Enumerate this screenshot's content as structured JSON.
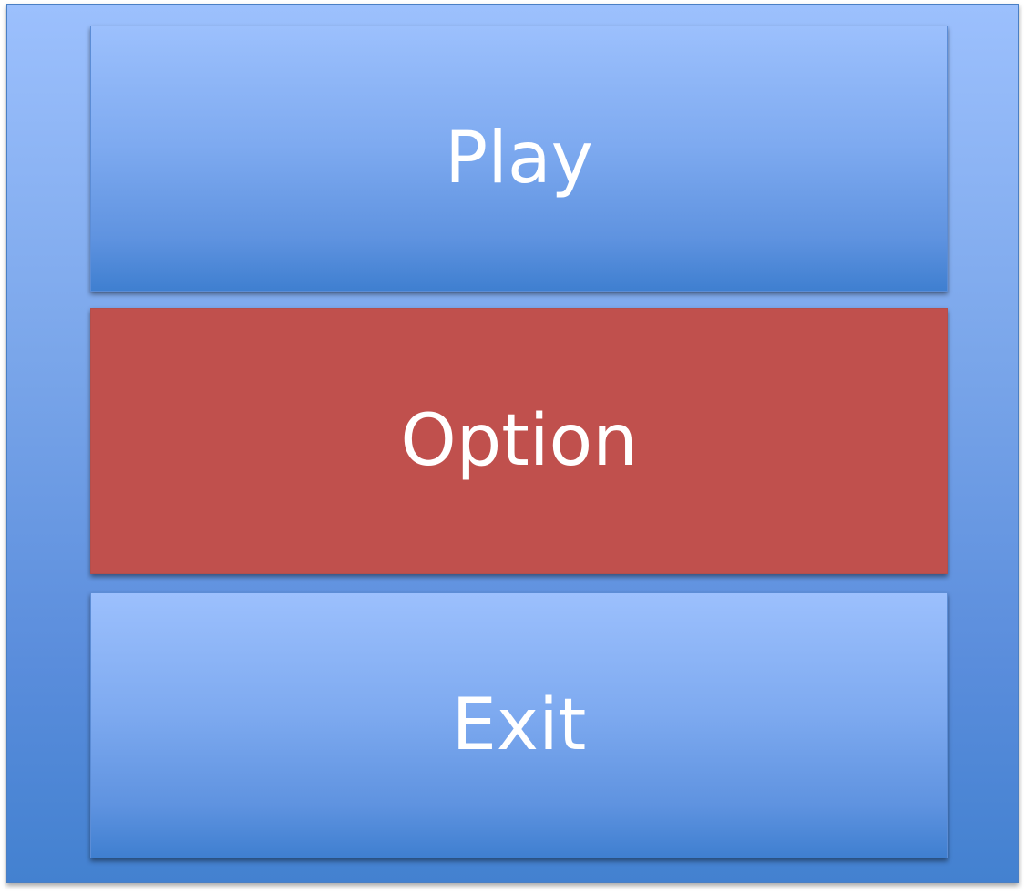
{
  "menu": {
    "items": [
      {
        "label": "Play",
        "selected": false
      },
      {
        "label": "Option",
        "selected": true
      },
      {
        "label": "Exit",
        "selected": false
      }
    ]
  },
  "colors": {
    "panel_top": "#9cc0fd",
    "panel_bottom": "#4381d0",
    "button_top": "#9cc0fd",
    "button_bottom": "#3f7fd0",
    "selected_button": "#c0504d",
    "label_text": "#ffffff"
  }
}
